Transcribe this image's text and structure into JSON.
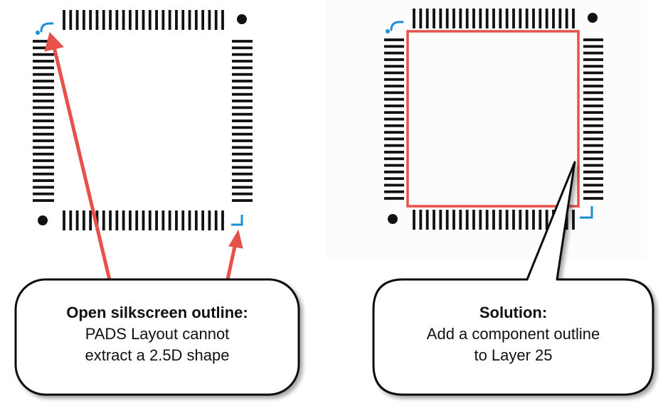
{
  "colors": {
    "pin": "#111111",
    "silkscreen": "#1b8fd6",
    "component_outline": "#e8504a",
    "arrow": "#e8504a",
    "callout_border": "#111111"
  },
  "left_panel": {
    "callout": {
      "title": "Open silkscreen outline:",
      "lines": [
        "PADS Layout cannot",
        "extract a 2.5D shape"
      ]
    }
  },
  "right_panel": {
    "callout": {
      "title": "Solution:",
      "lines": [
        "Add a component outline",
        "to Layer 25"
      ]
    }
  }
}
